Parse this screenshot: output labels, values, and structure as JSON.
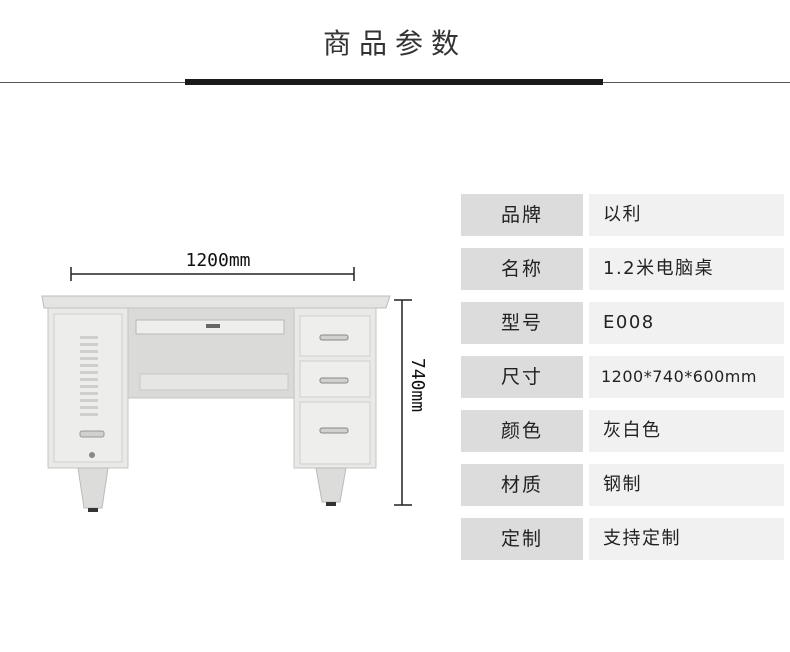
{
  "header": {
    "title": "商品参数"
  },
  "dimensions": {
    "width_label": "1200mm",
    "height_label": "740mm"
  },
  "specs": [
    {
      "label": "品牌",
      "value": "以利"
    },
    {
      "label": "名称",
      "value": "1.2米电脑桌"
    },
    {
      "label": "型号",
      "value": "E008"
    },
    {
      "label": "尺寸",
      "value": "1200*740*600mm"
    },
    {
      "label": "颜色",
      "value": "灰白色"
    },
    {
      "label": "材质",
      "value": "钢制"
    },
    {
      "label": "定制",
      "value": "支持定制"
    }
  ]
}
